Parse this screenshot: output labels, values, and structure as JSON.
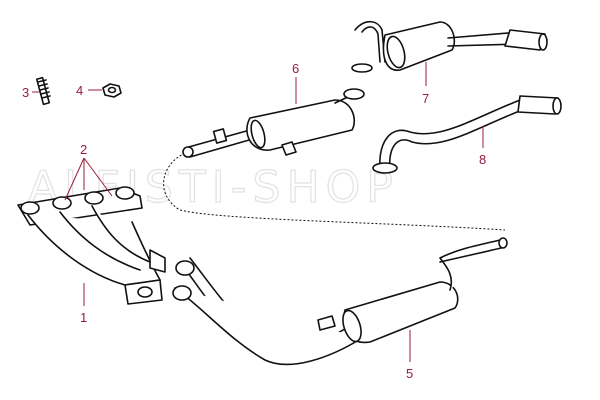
{
  "watermark": "ALFISTI-SHOP",
  "callouts": [
    {
      "id": "1",
      "label": "1"
    },
    {
      "id": "2",
      "label": "2"
    },
    {
      "id": "3",
      "label": "3"
    },
    {
      "id": "4",
      "label": "4"
    },
    {
      "id": "5",
      "label": "5"
    },
    {
      "id": "6",
      "label": "6"
    },
    {
      "id": "7",
      "label": "7"
    },
    {
      "id": "8",
      "label": "8"
    }
  ],
  "colors": {
    "callout": "#9b1d3c",
    "line": "#111111",
    "watermark": "#e2e2e2"
  }
}
